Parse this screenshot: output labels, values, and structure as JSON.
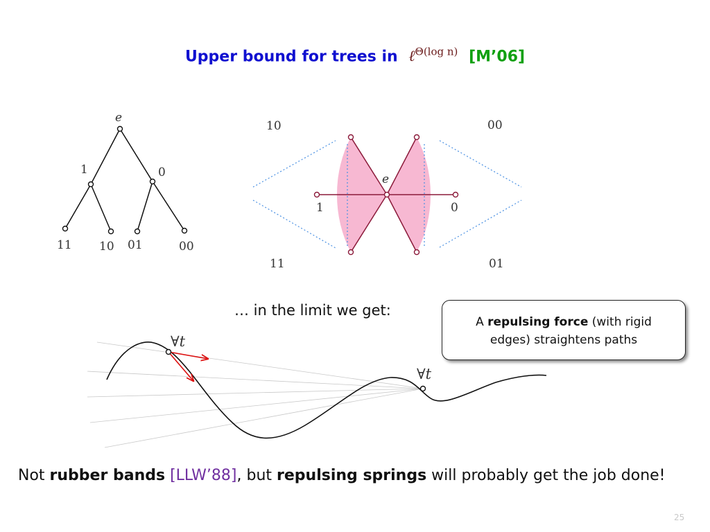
{
  "title": {
    "text": "Upper bound for trees in",
    "math_base": "ℓ",
    "math_exp": "Θ(log n)",
    "cite": "[M’06]"
  },
  "tree": {
    "root": "e",
    "edge_labels": [
      "1",
      "0"
    ],
    "leaves": [
      "11",
      "10",
      "01",
      "00"
    ]
  },
  "embedding": {
    "center": "e",
    "corners": [
      "10",
      "00",
      "11",
      "01"
    ],
    "side_labels": [
      "1",
      "0"
    ]
  },
  "limit_text": "… in the limit we get:",
  "forall_label": "∀t",
  "callout": {
    "prefix": "A ",
    "bold": "repulsing force",
    "rest1": " (with rigid",
    "line2": "edges) straightens paths"
  },
  "bottom": {
    "p1": "Not ",
    "b1": "rubber bands",
    "sp": " ",
    "cite": "[LLW’88]",
    "p2": ", but ",
    "b2": "repulsing springs",
    "p3": " will probably get the job done!"
  },
  "page_number": "25",
  "colors": {
    "title_blue": "#1010d0",
    "cite_green": "#11a011",
    "pink_fill": "#f7b8d2",
    "maroon": "#8b1a3a",
    "dotted_blue": "#4a90e2",
    "arrow_red": "#dd1111",
    "cite_purple": "#7030a0"
  }
}
